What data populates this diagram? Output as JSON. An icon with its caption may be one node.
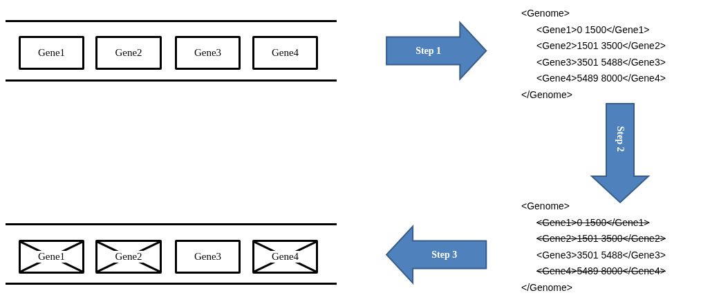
{
  "diagram": {
    "nodes": [
      {
        "text": [],
        "shape": "band"
      },
      {
        "text": [
          "Gene1"
        ],
        "in": 0
      },
      {
        "text": [
          "Gene2"
        ],
        "in": 0
      },
      {
        "text": [
          "Gene3"
        ],
        "in": 0
      },
      {
        "text": [
          "Gene4"
        ],
        "in": 0
      },
      {
        "text": [
          "<Genome>",
          "<Gene1>0 1500</Gene1>",
          "<Gene2>1501 3500</Gene2>",
          "<Gene3>3501 5488</Gene3>",
          "<Gene4>5489 8000</Gene4>",
          "</Genome>"
        ]
      },
      {
        "text": [
          "<Genome>",
          "<Gene1>0 1500</Gene1>",
          "<Gene2>1501 3500</Gene2>",
          "<Gene3>3501 5488</Gene3>",
          "<Gene4>5489 8000</Gene4>",
          "</Genome>"
        ]
      },
      {
        "text": [],
        "shape": "band"
      },
      {
        "text": [
          "Gene1"
        ],
        "in": 7
      },
      {
        "text": [
          "Gene2"
        ],
        "in": 7
      },
      {
        "text": [
          "Gene3"
        ],
        "in": 7
      },
      {
        "text": [
          "Gene4"
        ],
        "in": 7
      }
    ],
    "edges": [
      {
        "from": 0,
        "to": 5,
        "arrow": "to",
        "label": "Step 1",
        "style": "thick"
      },
      {
        "from": 5,
        "to": 6,
        "arrow": "to",
        "label": "Step 2",
        "style": "thick"
      },
      {
        "from": 6,
        "to": 7,
        "arrow": "to",
        "label": "Step 3",
        "style": "thick"
      }
    ]
  }
}
